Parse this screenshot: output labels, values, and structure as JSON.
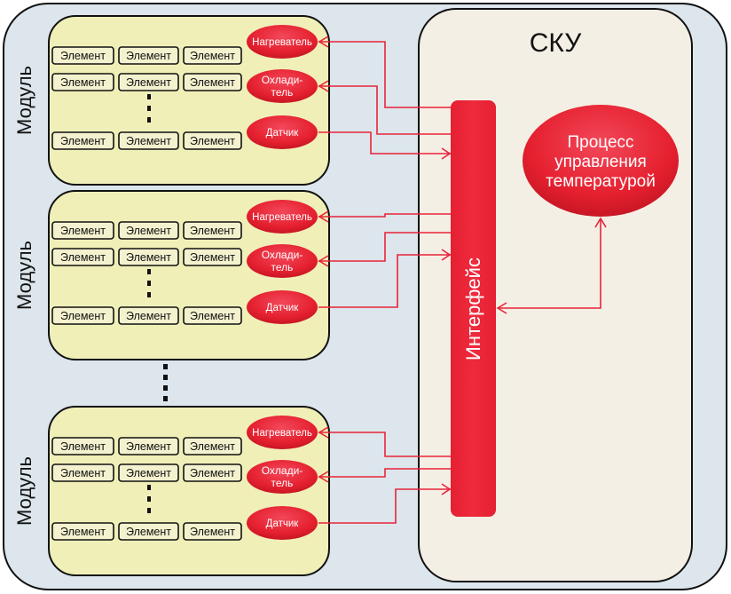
{
  "diagram": {
    "system_title": "СКУ",
    "interface_label": "Интерфейс",
    "process_label_lines": [
      "Процесс",
      "управления",
      "температурой"
    ],
    "module_label": "Модуль",
    "element_label": "Элемент",
    "element_rows_per_module": 3,
    "element_cols_per_module": 3,
    "devices": [
      {
        "id": "heater",
        "lines": [
          "Нагреватель"
        ],
        "direction": "to-module"
      },
      {
        "id": "cooler",
        "lines": [
          "Охлади-",
          "тель"
        ],
        "direction": "to-module"
      },
      {
        "id": "sensor",
        "lines": [
          "Датчик"
        ],
        "direction": "to-interface"
      }
    ],
    "modules": [
      {
        "label": "Модуль"
      },
      {
        "label": "Модуль"
      },
      {
        "label": "Модуль"
      }
    ],
    "ellipsis_between_modules": true,
    "interface_process_link": "bidirectional",
    "colors": {
      "outer_bg": "#dce6ec",
      "system_bg": "#f4efe4",
      "module_bg": "#f0efb8",
      "element_bg": "#f4f1cf",
      "accent_red": "#e8243a",
      "connector": "#e8243a",
      "border": "#111111"
    }
  }
}
